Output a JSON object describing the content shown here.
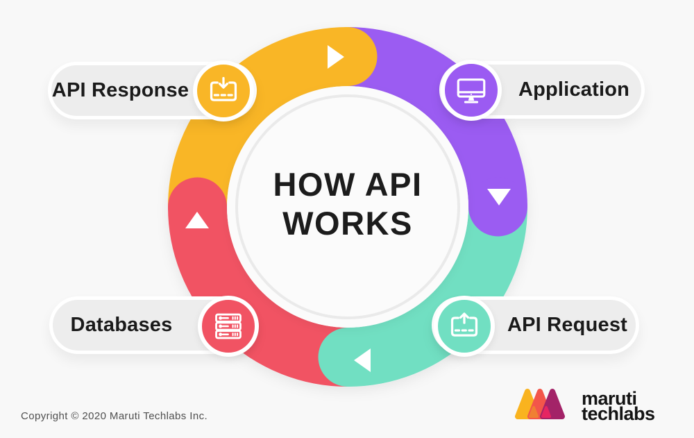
{
  "title": {
    "line1": "HOW API",
    "line2": "WORKS"
  },
  "nodes": [
    {
      "label": "API Response",
      "icon": "download-tray-icon",
      "color": "#F9B627"
    },
    {
      "label": "Application",
      "icon": "monitor-icon",
      "color": "#9B5BF2"
    },
    {
      "label": "API Request",
      "icon": "upload-tray-icon",
      "color": "#71DFC2"
    },
    {
      "label": "Databases",
      "icon": "server-stack-icon",
      "color": "#F15363"
    }
  ],
  "flow_clockwise": [
    "API Response",
    "Application",
    "API Request",
    "Databases"
  ],
  "colors": {
    "yellow": "#F9B627",
    "purple": "#9B5BF2",
    "teal": "#71DFC2",
    "red": "#F15363",
    "background": "#F8F8F8",
    "pill": "#EDEDED",
    "inner_circle": "#FBFBFB",
    "inner_ring": "#EAEAEA",
    "text": "#1C1C1C",
    "logo_yellow": "#F9B31F",
    "logo_red": "#F3564A",
    "logo_magenta": "#A32368",
    "logo_overlap_orange": "#F08033",
    "logo_overlap_pink": "#E62562"
  },
  "footer": {
    "copyright": "Copyright © 2020 Maruti Techlabs Inc."
  },
  "logo": {
    "line1": "maruti",
    "line2": "techlabs"
  }
}
